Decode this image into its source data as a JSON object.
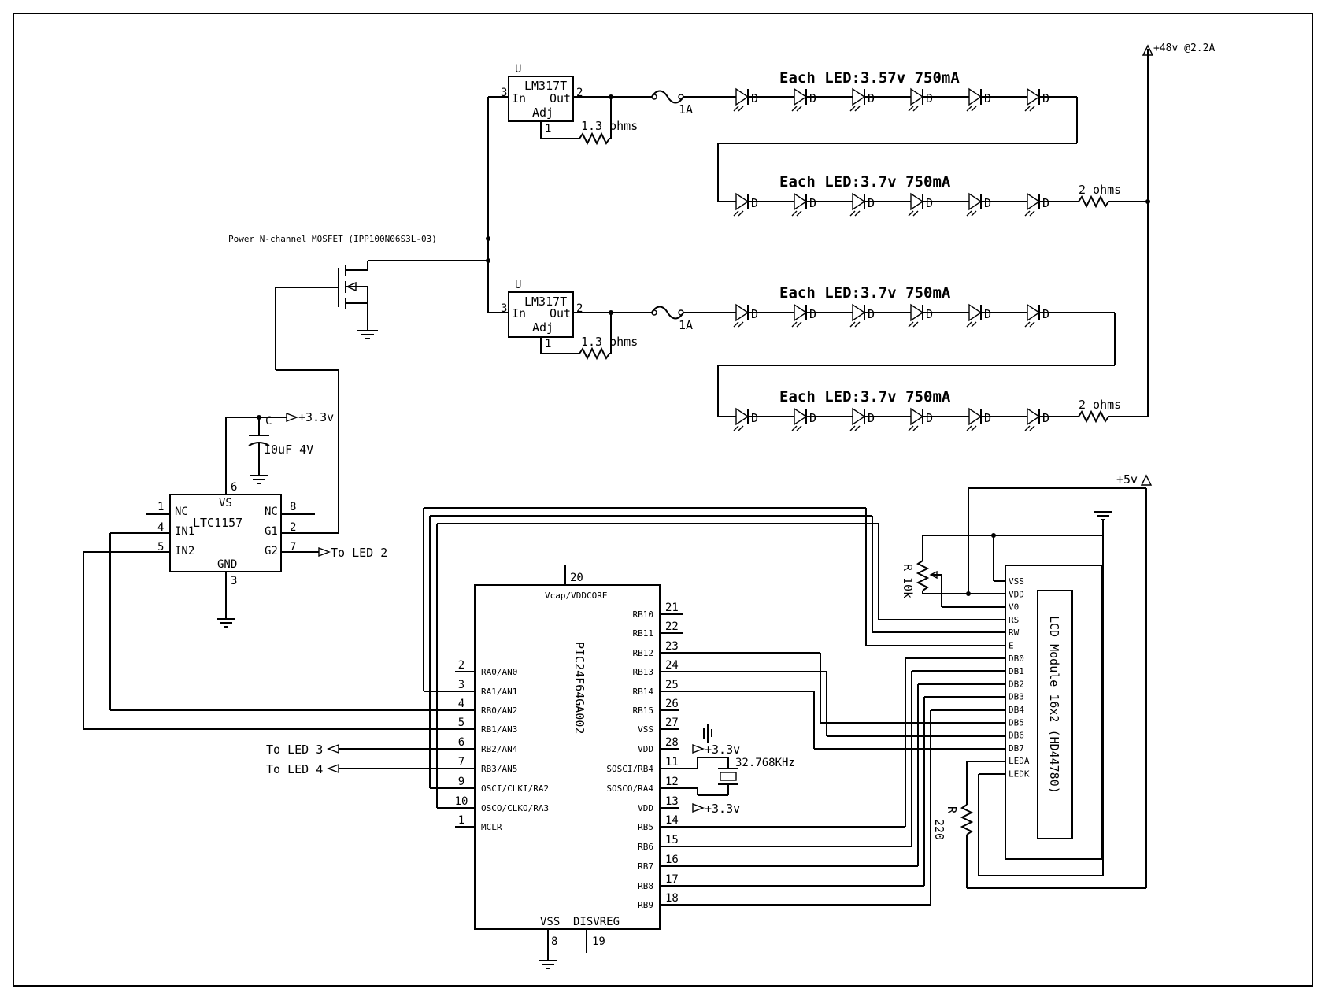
{
  "supply": {
    "main": "+48v @2.2A",
    "logic5": "+5v",
    "logic33": "+3.3v"
  },
  "led_strings": [
    {
      "label": "Each LED:3.57v 750mA"
    },
    {
      "label": "Each LED:3.7v 750mA",
      "resistor": "2 ohms"
    },
    {
      "label": "Each LED:3.7v 750mA"
    },
    {
      "label": "Each LED:3.7v 750mA",
      "resistor": "2 ohms"
    }
  ],
  "led_designator": "D",
  "regulator": {
    "ref": "U",
    "name": "LM317T",
    "in": "In",
    "out": "Out",
    "adj": "Adj",
    "pin_in": "3",
    "pin_out": "2",
    "pin_adj": "1",
    "resistor": "1.3 ohms",
    "fuse": "1A"
  },
  "mosfet_label": "Power N-channel MOSFET (IPP100N06S3L-03)",
  "capacitor": {
    "ref": "C",
    "value": "10uF 4V"
  },
  "driver": {
    "name": "LTC1157",
    "vs": "VS",
    "gnd": "GND",
    "left": [
      {
        "num": "1",
        "name": "NC"
      },
      {
        "num": "4",
        "name": "IN1"
      },
      {
        "num": "5",
        "name": "IN2"
      }
    ],
    "right": [
      {
        "num": "8",
        "name": "NC"
      },
      {
        "num": "2",
        "name": "G1"
      },
      {
        "num": "7",
        "name": "G2"
      }
    ],
    "top_pin": "6",
    "bottom_pin": "3",
    "to_led2": "To LED 2"
  },
  "mcu": {
    "name": "PIC24F64GA002",
    "top_label": "Vcap/VDDCORE",
    "top_pin": "20",
    "bottom": [
      {
        "num": "8",
        "name": "VSS"
      },
      {
        "num": "19",
        "name": "DISVREG"
      }
    ],
    "left": [
      {
        "num": "2",
        "name": "RA0/AN0"
      },
      {
        "num": "3",
        "name": "RA1/AN1"
      },
      {
        "num": "4",
        "name": "RB0/AN2"
      },
      {
        "num": "5",
        "name": "RB1/AN3"
      },
      {
        "num": "6",
        "name": "RB2/AN4"
      },
      {
        "num": "7",
        "name": "RB3/AN5"
      },
      {
        "num": "9",
        "name": "OSCI/CLKI/RA2"
      },
      {
        "num": "10",
        "name": "OSCO/CLKO/RA3"
      },
      {
        "num": "1",
        "name": "MCLR"
      }
    ],
    "right": [
      {
        "num": "21",
        "name": "RB10"
      },
      {
        "num": "22",
        "name": "RB11"
      },
      {
        "num": "23",
        "name": "RB12"
      },
      {
        "num": "24",
        "name": "RB13"
      },
      {
        "num": "25",
        "name": "RB14"
      },
      {
        "num": "26",
        "name": "RB15"
      },
      {
        "num": "27",
        "name": "VSS"
      },
      {
        "num": "28",
        "name": "VDD"
      },
      {
        "num": "11",
        "name": "SOSCI/RB4"
      },
      {
        "num": "12",
        "name": "SOSCO/RA4"
      },
      {
        "num": "13",
        "name": "VDD"
      },
      {
        "num": "14",
        "name": "RB5"
      },
      {
        "num": "15",
        "name": "RB6"
      },
      {
        "num": "16",
        "name": "RB7"
      },
      {
        "num": "17",
        "name": "RB8"
      },
      {
        "num": "18",
        "name": "RB9"
      }
    ],
    "to_led3": "To LED 3",
    "to_led4": "To LED 4",
    "crystal": "32.768KHz"
  },
  "lcd": {
    "name": "LCD Module 16x2 (HD44780)",
    "pins": [
      "VSS",
      "VDD",
      "V0",
      "RS",
      "RW",
      "E",
      "DB0",
      "DB1",
      "DB2",
      "DB3",
      "DB4",
      "DB5",
      "DB6",
      "DB7",
      "LEDA",
      "LEDK"
    ]
  },
  "pot": {
    "ref": "R",
    "value": "10k"
  },
  "led_resistor": {
    "ref": "R",
    "value": "220"
  }
}
